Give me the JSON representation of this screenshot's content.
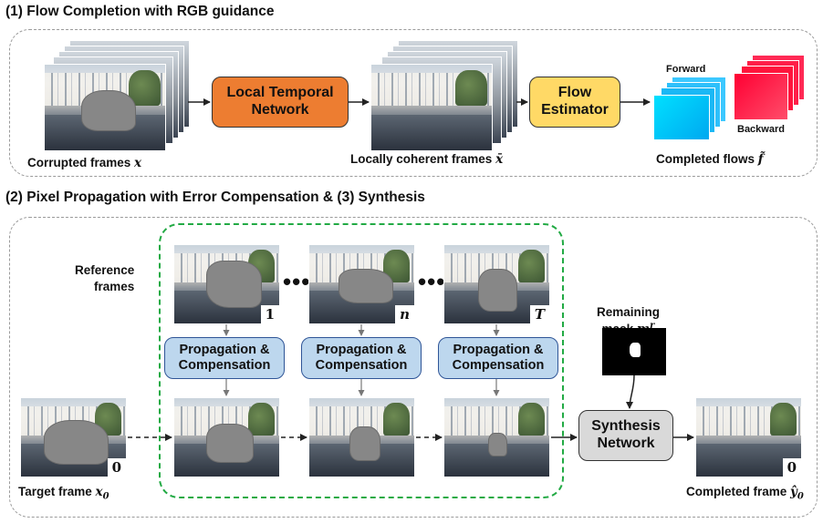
{
  "section1": {
    "title": "(1) Flow Completion with RGB guidance",
    "local_temporal_network": "Local Temporal\nNetwork",
    "flow_estimator": "Flow\nEstimator",
    "corrupted_caption": "Corrupted frames",
    "corrupted_symbol": "x",
    "coherent_caption": "Locally coherent frames",
    "coherent_symbol": "x̄",
    "forward_label": "Forward",
    "backward_label": "Backward",
    "completed_flows_caption": "Completed flows",
    "completed_flows_symbol": "f̃",
    "colors": {
      "forward": "#00b0f0",
      "backward": "#ff0033",
      "orange": "#ed7d31",
      "yellow": "#ffd966"
    }
  },
  "section2": {
    "title": "(2) Pixel Propagation with Error Compensation & (3) Synthesis",
    "reference_frames_label": "Reference\nframes",
    "reference_numbers": [
      "1",
      "n",
      "T"
    ],
    "ellipsis": "•••",
    "propagation_label": "Propagation &\nCompensation",
    "remaining_mask_label": "Remaining\nmask",
    "remaining_mask_symbol": "m",
    "remaining_mask_sup": "r",
    "synthesis_network": "Synthesis\nNetwork",
    "target_caption": "Target frame",
    "target_symbol": "x",
    "target_sub": "0",
    "target_number": "0",
    "completed_caption": "Completed frame",
    "completed_symbol": "ŷ",
    "completed_sub": "0",
    "completed_number": "0",
    "colors": {
      "propagation": "#bdd7ee",
      "synthesis": "#d9d9d9",
      "green_dash": "#22aa44"
    }
  }
}
